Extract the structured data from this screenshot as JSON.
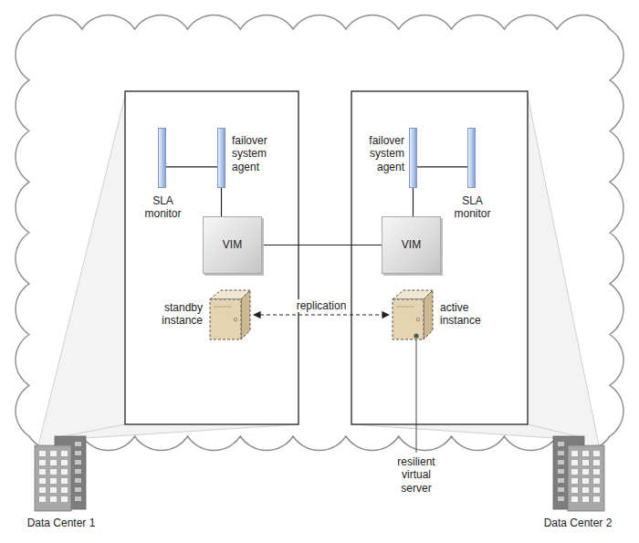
{
  "diagram": {
    "nodes": [
      {
        "text": [
          "SLA monitor"
        ]
      },
      {
        "text": [
          "failover system agent"
        ]
      },
      {
        "text": [
          "failover system agent"
        ]
      },
      {
        "text": [
          "SLA monitor"
        ]
      },
      {
        "text": [
          "VIM"
        ]
      },
      {
        "text": [
          "VIM"
        ]
      },
      {
        "text": [
          "standby instance"
        ]
      },
      {
        "text": [
          "active instance"
        ]
      },
      {
        "text": [
          "Data Center 1"
        ]
      },
      {
        "text": [
          "Data Center 2"
        ]
      }
    ],
    "edges": [
      {
        "from": 0,
        "to": 1,
        "arrow": "none"
      },
      {
        "from": 1,
        "to": 4,
        "arrow": "none"
      },
      {
        "from": 4,
        "to": 5,
        "arrow": "none"
      },
      {
        "from": 2,
        "to": 5,
        "arrow": "none"
      },
      {
        "from": 2,
        "to": 3,
        "arrow": "none"
      },
      {
        "from": 6,
        "to": 7,
        "arrow": "both",
        "label": "replication"
      }
    ],
    "labels": [
      "resilient virtual server"
    ]
  }
}
